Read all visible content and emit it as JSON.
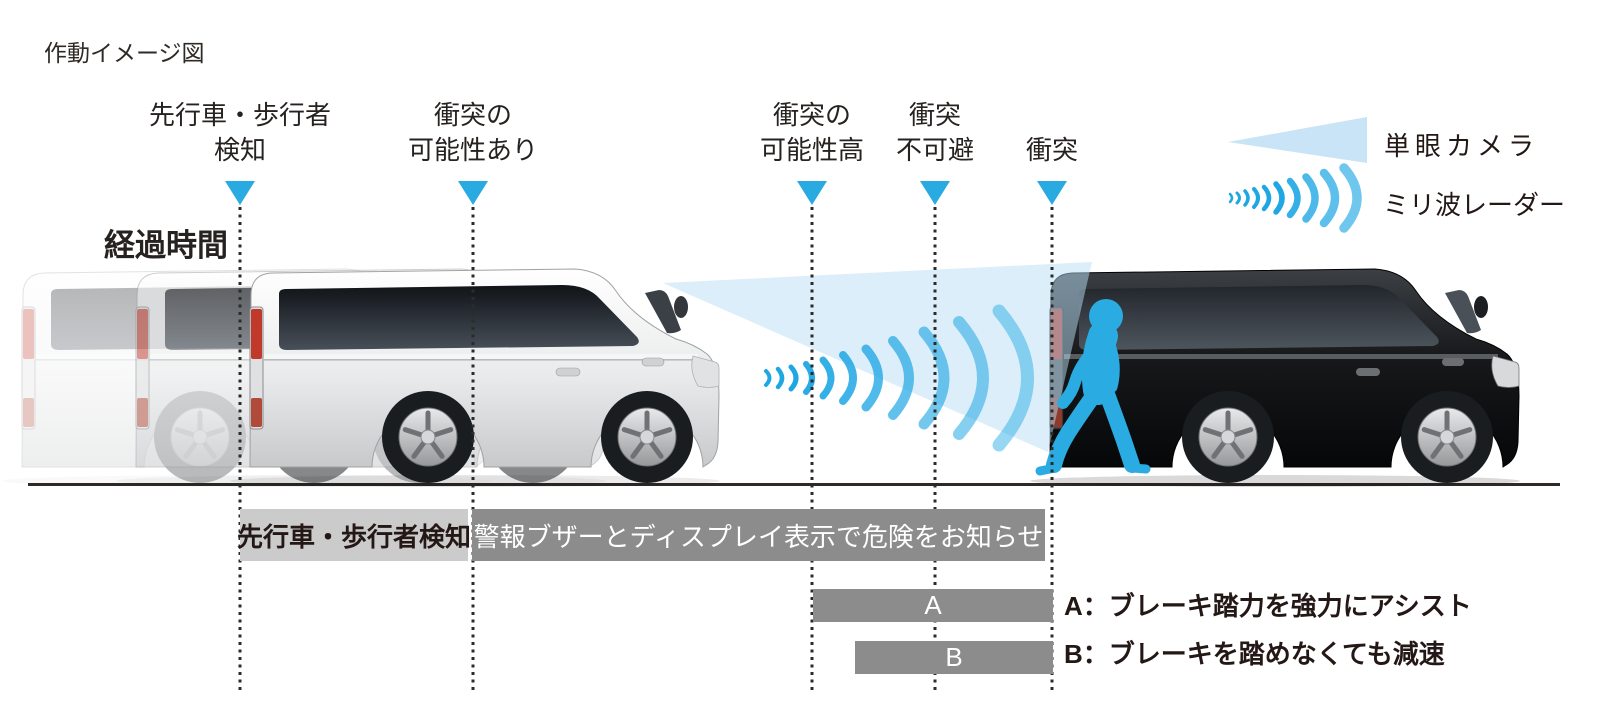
{
  "title": "作動イメージ図",
  "elapsed_time_label": "経過時間",
  "markers": [
    {
      "line1": "先行車・歩行者",
      "line2": "検知"
    },
    {
      "line1": "衝突の",
      "line2": "可能性あり"
    },
    {
      "line1": "衝突の",
      "line2": "可能性高"
    },
    {
      "line1": "衝突",
      "line2": "不可避"
    },
    {
      "line1": "",
      "line2": "衝突"
    }
  ],
  "legend": {
    "camera_label": "単眼カメラ",
    "radar_label": "ミリ波レーダー"
  },
  "bars": {
    "detection": "先行車・歩行者検知",
    "warning": "警報ブザーとディスプレイ表示で危険をお知らせ",
    "bar_a": "A",
    "bar_b": "B"
  },
  "notes": {
    "a": "A：ブレーキ踏力を強力にアシスト",
    "b": "B：ブレーキを踏めなくても減速"
  },
  "colors": {
    "accent_blue": "#29abe2",
    "camera_cone_blue": "#cde9f9",
    "bar_gray": "#8c8c8c",
    "bar_light_gray": "#cbcbcb",
    "text_dark": "#231815"
  }
}
